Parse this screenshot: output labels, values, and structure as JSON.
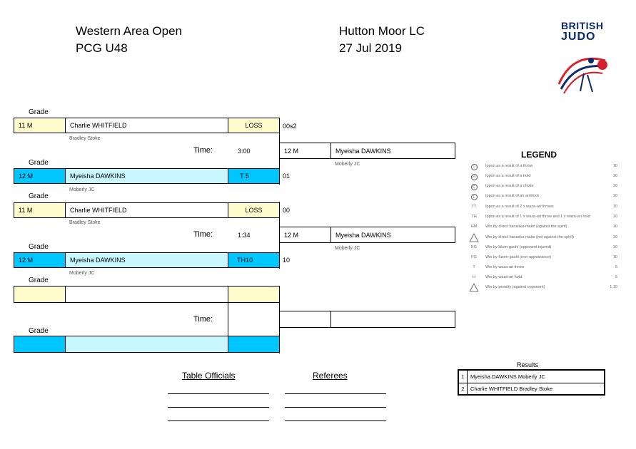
{
  "header": {
    "event": "Western Area Open",
    "category": "PCG U48",
    "venue": "Hutton Moor LC",
    "date": "27 Jul 2019",
    "logo_text_1": "BRITISH",
    "logo_text_2": "JUDO"
  },
  "grade_label": "Grade",
  "time_label": "Time:",
  "contests": [
    {
      "white": {
        "grade": "11 M",
        "name": "Charlie WHITFIELD",
        "club": "Bradley Stoke",
        "score": "LOSS",
        "extra": "00s2"
      },
      "blue": {
        "grade": "12 M",
        "name": "Myeisha DAWKINS",
        "club": "Moberly JC",
        "score": "T 5",
        "extra": "01"
      },
      "time": "3:00",
      "winner": {
        "grade": "12 M",
        "name": "Myeisha DAWKINS",
        "club": "Moberly JC"
      }
    },
    {
      "white": {
        "grade": "11 M",
        "name": "Charlie WHITFIELD",
        "club": "Bradley Stoke",
        "score": "LOSS",
        "extra": "00"
      },
      "blue": {
        "grade": "12 M",
        "name": "Myeisha DAWKINS",
        "club": "Moberly JC",
        "score": "TH10",
        "extra": "10"
      },
      "time": "1:34",
      "winner": {
        "grade": "12 M",
        "name": "Myeisha DAWKINS",
        "club": "Moberly JC"
      }
    }
  ],
  "legend": {
    "title": "LEGEND",
    "rows": [
      {
        "code": "I",
        "desc": "Ippon as a result of a throw",
        "pts": "10"
      },
      {
        "code": "H",
        "desc": "Ippon as a result of a hold",
        "pts": "10"
      },
      {
        "code": "C",
        "desc": "Ippon as a result of a choke",
        "pts": "10"
      },
      {
        "code": "L",
        "desc": "Ippon as a result of an armlock",
        "pts": "10"
      },
      {
        "code": "TT",
        "desc": "Ippon as a result of 2 x waza-ari throws",
        "pts": "10"
      },
      {
        "code": "TH",
        "desc": "Ippon as a result of 1 x waza-ari throw and 1 x waza-ari hold",
        "pts": "10"
      },
      {
        "code": "HM",
        "desc": "Win by direct hansoku-make (against the spirit)",
        "pts": "10"
      },
      {
        "code": "",
        "desc": "Win by direct hansoku-make (not against the spirit)",
        "pts": "10"
      },
      {
        "code": "KG",
        "desc": "Win by kiken-gachi (opponent injured)",
        "pts": "10"
      },
      {
        "code": "FG",
        "desc": "Win by fusen-gachi (non-appearance)",
        "pts": "10"
      },
      {
        "code": "T",
        "desc": "Win by waza-ari throw",
        "pts": "5"
      },
      {
        "code": "H",
        "desc": "Win by waza-ari hold",
        "pts": "5"
      },
      {
        "code": "",
        "desc": "Win by penalty (against opponent)",
        "pts": "1,10"
      }
    ]
  },
  "results": {
    "title": "Results",
    "rows": [
      {
        "pos": "1",
        "text": "Myeisha DAWKINS Moberly JC"
      },
      {
        "pos": "2",
        "text": "Charlie WHITFIELD Bradley Stoke"
      }
    ]
  },
  "officials": {
    "table_officials": "Table Officials",
    "referees": "Referees"
  }
}
